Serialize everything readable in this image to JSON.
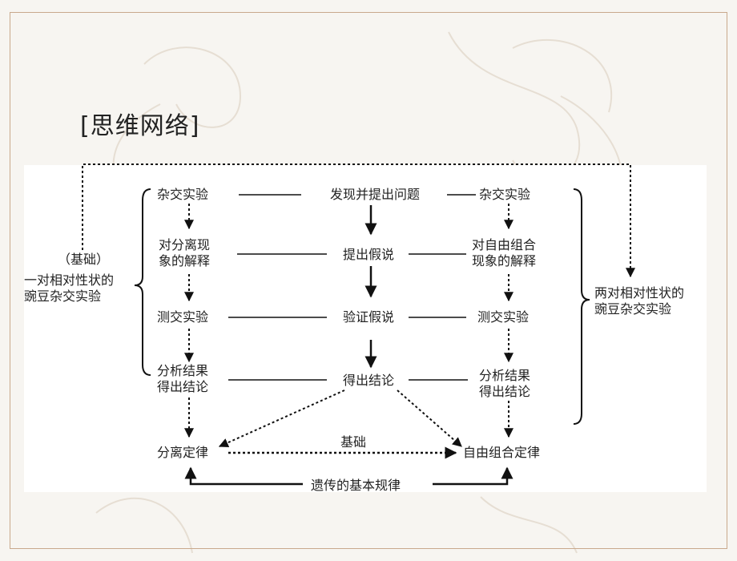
{
  "slide": {
    "title": "[思维网络]",
    "colors": {
      "frame": "#c9a98c",
      "background": "#f7f5f1",
      "panel": "#ffffff",
      "ink": "#1a1a1a"
    }
  },
  "diagram": {
    "left_group": {
      "note": "（基础）",
      "name_line1": "一对相对性状的",
      "name_line2": "豌豆杂交实验",
      "steps": {
        "s1": "杂交实验",
        "s2_line1": "对分离现",
        "s2_line2": "象的解释",
        "s3": "测交实验",
        "s4_line1": "分析结果",
        "s4_line2": "得出结论"
      },
      "law": "分离定律"
    },
    "middle_column": {
      "m1": "发现并提出问题",
      "m2": "提出假说",
      "m3": "验证假说",
      "m4": "得出结论"
    },
    "right_group": {
      "name_line1": "两对相对性状的",
      "name_line2": "豌豆杂交实验",
      "steps": {
        "r1": "杂交实验",
        "r2_line1": "对自由组合",
        "r2_line2": "现象的解释",
        "r3": "测交实验",
        "r4_line1": "分析结果",
        "r4_line2": "得出结论"
      },
      "law": "自由组合定律"
    },
    "bottom": {
      "basis_label": "基础",
      "genetics_label": "遗传的基本规律"
    }
  }
}
